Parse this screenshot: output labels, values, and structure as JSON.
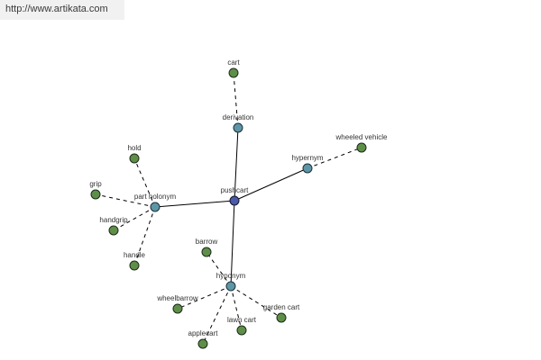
{
  "watermark": {
    "url": "http://www.artikata.com"
  },
  "graph": {
    "colors": {
      "word_node": "#5e8f48",
      "relation_node": "#5d96a7",
      "center_node": "#4b59a6",
      "edge": "#000000"
    },
    "nodes": [
      {
        "id": "pushcart",
        "label": "pushcart",
        "kind": "center"
      },
      {
        "id": "derivation",
        "label": "derivation",
        "kind": "relation"
      },
      {
        "id": "hypernym_top",
        "label": "hypernym",
        "kind": "relation"
      },
      {
        "id": "part_holonym",
        "label": "part holonym",
        "kind": "relation"
      },
      {
        "id": "hyponym",
        "label": "hyponym",
        "kind": "relation"
      },
      {
        "id": "cart",
        "label": "cart",
        "kind": "word"
      },
      {
        "id": "wheeled_vehicle",
        "label": "wheeled vehicle",
        "kind": "word"
      },
      {
        "id": "hold",
        "label": "hold",
        "kind": "word"
      },
      {
        "id": "grip",
        "label": "grip",
        "kind": "word"
      },
      {
        "id": "handgrip",
        "label": "handgrip",
        "kind": "word"
      },
      {
        "id": "handle",
        "label": "handle",
        "kind": "word"
      },
      {
        "id": "barrow",
        "label": "barrow",
        "kind": "word"
      },
      {
        "id": "wheelbarrow",
        "label": "wheelbarrow",
        "kind": "word"
      },
      {
        "id": "applecart",
        "label": "applecart",
        "kind": "word"
      },
      {
        "id": "lawn_cart",
        "label": "lawn cart",
        "kind": "word"
      },
      {
        "id": "garden_cart",
        "label": "garden cart",
        "kind": "word"
      }
    ],
    "edges": [
      {
        "from": "pushcart",
        "to": "derivation",
        "style": "solid"
      },
      {
        "from": "pushcart",
        "to": "hypernym_top",
        "style": "solid"
      },
      {
        "from": "pushcart",
        "to": "part_holonym",
        "style": "solid"
      },
      {
        "from": "pushcart",
        "to": "hyponym",
        "style": "solid"
      },
      {
        "from": "derivation",
        "to": "cart",
        "style": "dashed"
      },
      {
        "from": "hypernym_top",
        "to": "wheeled_vehicle",
        "style": "dashed"
      },
      {
        "from": "part_holonym",
        "to": "hold",
        "style": "dashed"
      },
      {
        "from": "part_holonym",
        "to": "grip",
        "style": "dashed"
      },
      {
        "from": "part_holonym",
        "to": "handgrip",
        "style": "dashed"
      },
      {
        "from": "part_holonym",
        "to": "handle",
        "style": "dashed"
      },
      {
        "from": "hyponym",
        "to": "barrow",
        "style": "dashed"
      },
      {
        "from": "hyponym",
        "to": "wheelbarrow",
        "style": "dashed"
      },
      {
        "from": "hyponym",
        "to": "applecart",
        "style": "dashed"
      },
      {
        "from": "hyponym",
        "to": "lawn_cart",
        "style": "dashed"
      },
      {
        "from": "hyponym",
        "to": "garden_cart",
        "style": "dashed"
      }
    ]
  }
}
